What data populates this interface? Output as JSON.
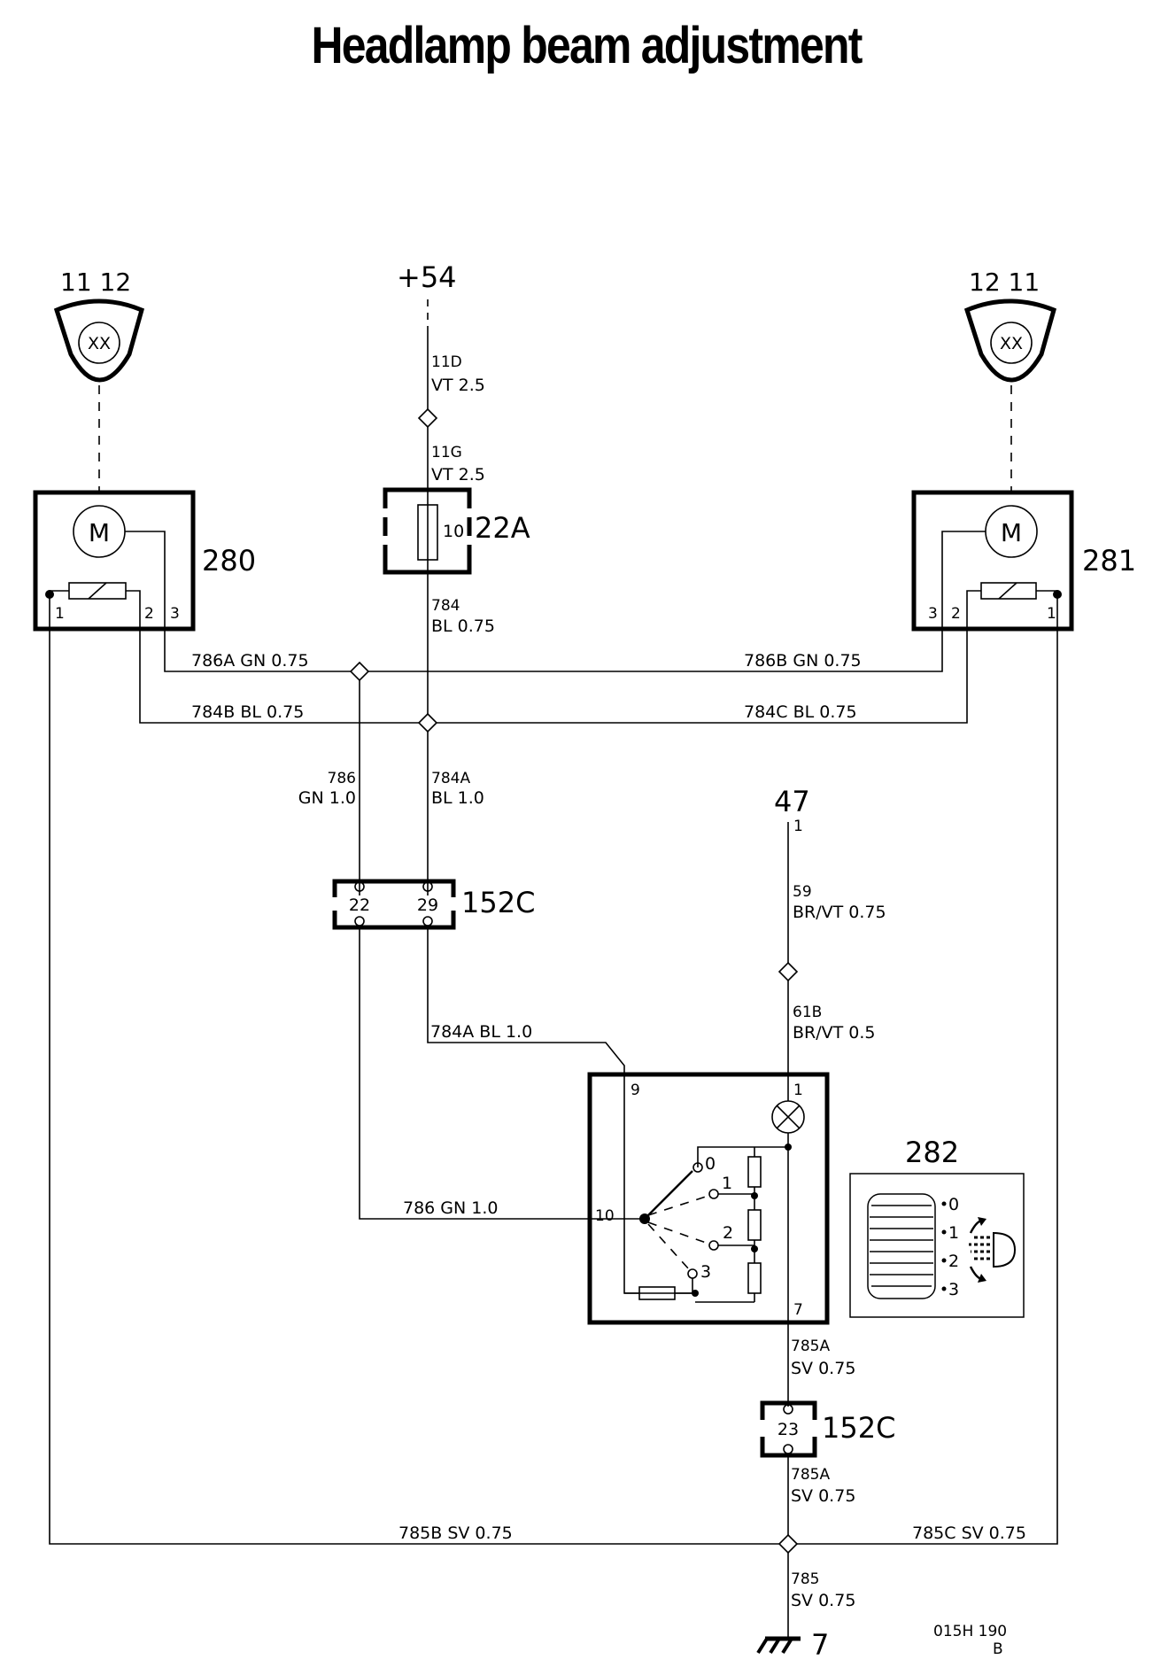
{
  "title": "Headlamp beam adjustment",
  "headlamps": {
    "left": {
      "pins": "11 12",
      "symbol": "XX"
    },
    "right": {
      "pins": "12 11",
      "symbol": "XX"
    }
  },
  "power": {
    "supply": "+54",
    "ign_supply": "47",
    "ign_pin": "1",
    "ground": "7"
  },
  "fuse": {
    "ref": "22A",
    "number": "10"
  },
  "motors": {
    "left": {
      "ref": "280",
      "symbol": "M",
      "pin1": "1",
      "pin2": "2",
      "pin3": "3"
    },
    "right": {
      "ref": "281",
      "symbol": "M",
      "pin1": "1",
      "pin2": "2",
      "pin3": "3"
    }
  },
  "connectors": {
    "upper": {
      "ref": "152C",
      "pin_a": "22",
      "pin_b": "29"
    },
    "lower": {
      "ref": "152C",
      "pin": "23"
    }
  },
  "switch": {
    "pin9": "9",
    "pin10": "10",
    "pin1": "1",
    "pin7": "7",
    "pos0": "0",
    "pos1": "1",
    "pos2": "2",
    "pos3": "3"
  },
  "control": {
    "ref": "282",
    "pos0": "0",
    "pos1": "1",
    "pos2": "2",
    "pos3": "3"
  },
  "wires": {
    "w11d_id": "11D",
    "w11d_spec": "VT 2.5",
    "w11g_id": "11G",
    "w11g_spec": "VT 2.5",
    "w784_id": "784",
    "w784_spec": "BL 0.75",
    "w786a": "786A GN 0.75",
    "w786b": "786B GN 0.75",
    "w784b": "784B BL 0.75",
    "w784c": "784C BL 0.75",
    "w786_id": "786",
    "w786_spec": "GN 1.0",
    "w784a_id": "784A",
    "w784a_spec": "BL 1.0",
    "w784a_run": "784A BL 1.0",
    "w786_run": "786 GN 1.0",
    "w59_id": "59",
    "w59_spec": "BR/VT 0.75",
    "w61b_id": "61B",
    "w61b_spec": "BR/VT 0.5",
    "w785a_id": "785A",
    "w785a_spec": "SV 0.75",
    "w785a2_id": "785A",
    "w785a2_spec": "SV 0.75",
    "w785b": "785B SV 0.75",
    "w785c": "785C SV 0.75",
    "w785_id": "785",
    "w785_spec": "SV 0.75"
  },
  "footer": {
    "code": "015H 190",
    "rev": "B"
  }
}
